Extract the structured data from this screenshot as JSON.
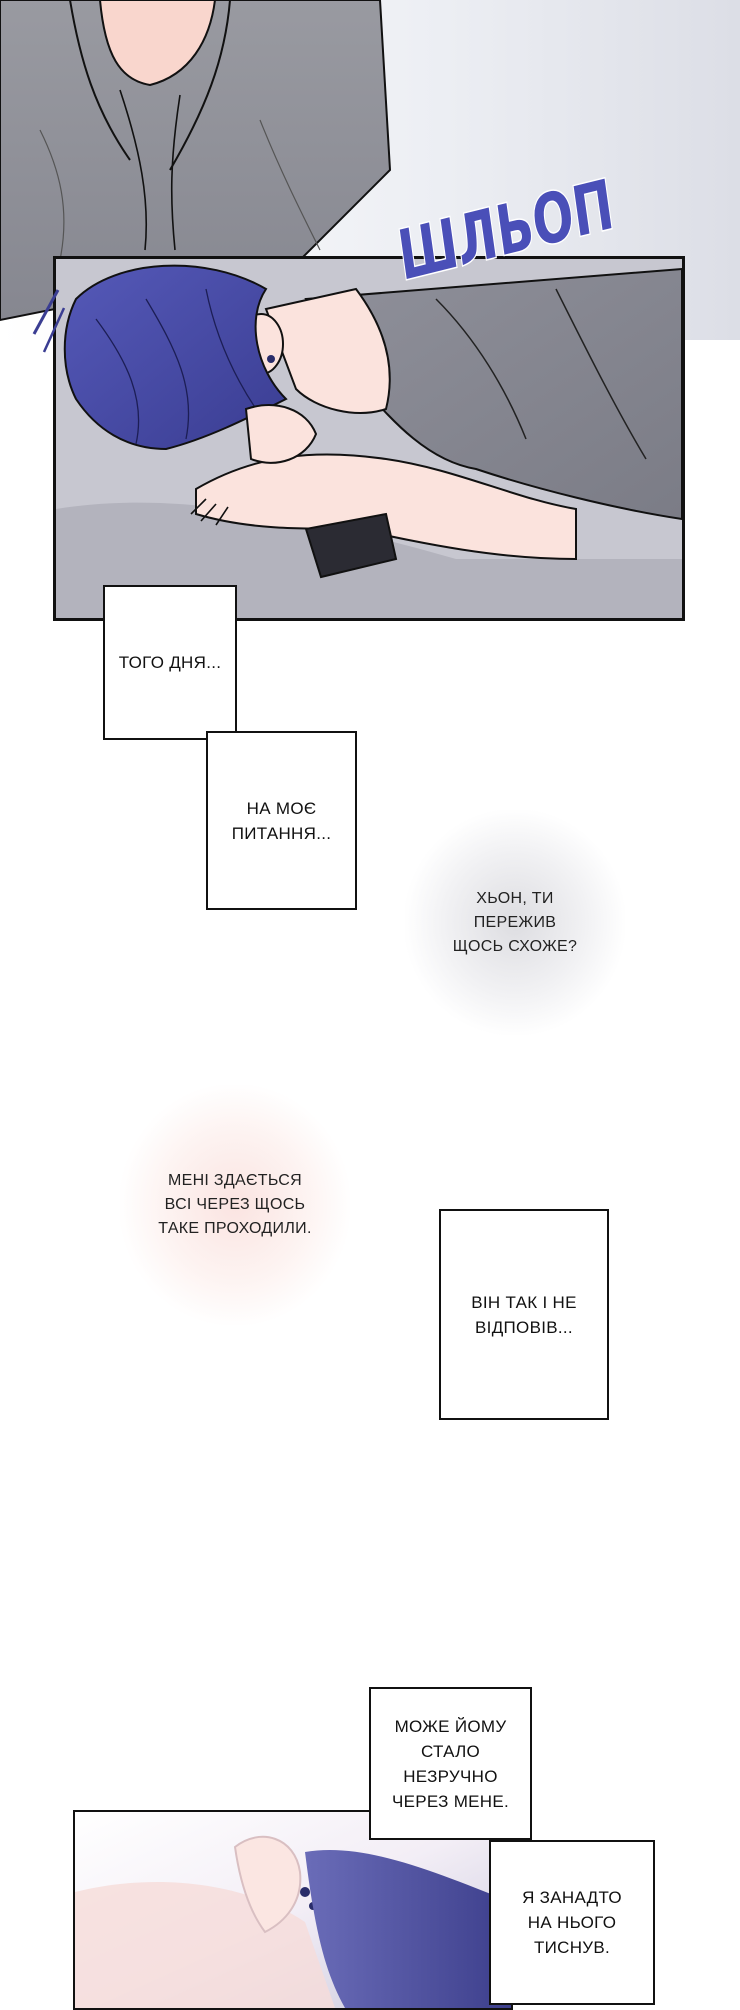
{
  "sfx": {
    "text": "ШЛЬОП"
  },
  "captions": {
    "that_day": "ТОГО ДНЯ...",
    "my_question": "НА МОЄ ПИТАННЯ...",
    "no_answer": "ВІН ТАК І НЕ ВІДПОВІВ...",
    "uncomfortable": "МОЖЕ ЙОМУ СТАЛО НЕЗРУЧНО ЧЕРЕЗ МЕНЕ.",
    "pressured": "Я ЗАНАДТО НА НЬОГО ТИСНУВ."
  },
  "bubbles": {
    "question": "ХЬОН, ТИ ПЕРЕЖИВ ЩОСЬ СХОЖЕ?",
    "everyone": "МЕНІ ЗДАЄТЬСЯ ВСІ ЧЕРЕЗ ЩОСЬ ТАКЕ ПРОХОДИЛИ."
  },
  "colors": {
    "outline": "#111111",
    "hair": "#4b4fa8",
    "shirt": "#8e8f96",
    "skin": "#fbe3dd",
    "sfx_fill": "#4a4fb8",
    "panel_bg": "#c9c9d2"
  }
}
